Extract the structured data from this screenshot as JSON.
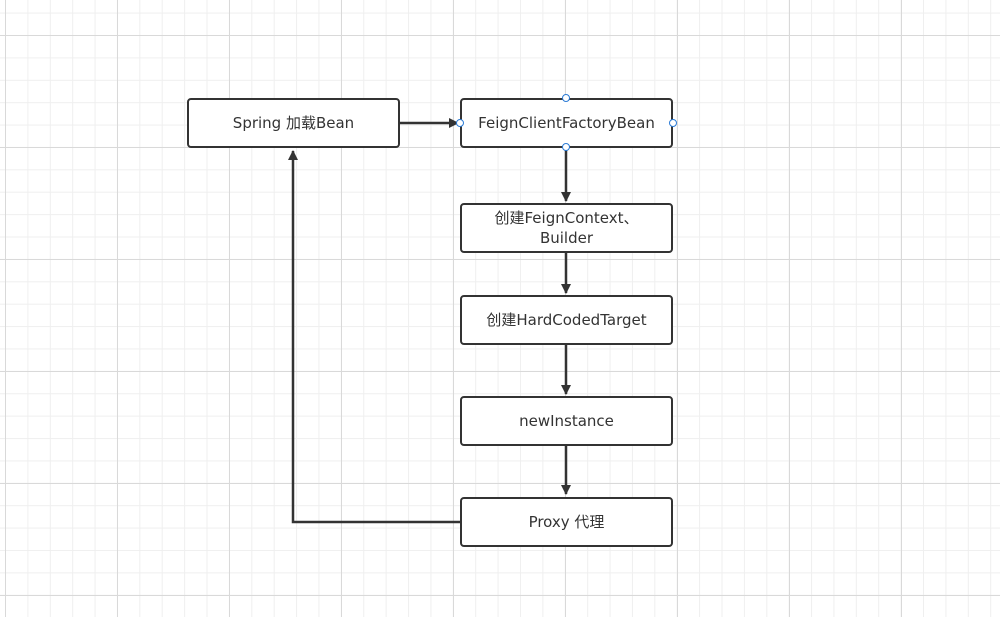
{
  "nodes": {
    "spring": "Spring 加载Bean",
    "factory": "FeignClientFactoryBean",
    "context": "创建FeignContext、\nBuilder",
    "target": "创建HardCodedTarget",
    "instance": "newInstance",
    "proxy": "Proxy 代理"
  },
  "colors": {
    "stroke": "#333333",
    "handle": "#2b7bd6",
    "grid": "#d9d9d9"
  }
}
